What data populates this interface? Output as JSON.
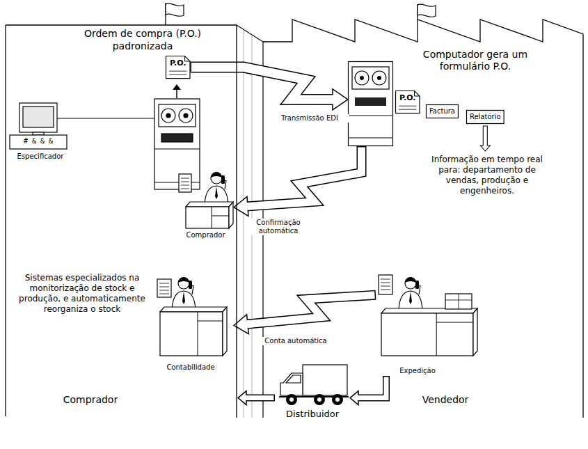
{
  "diagram": {
    "nodes": [
      {
        "text": [
          "Comprador"
        ]
      },
      {
        "text": [
          "P.O."
        ],
        "in": 0
      },
      {
        "text": [
          "Comprador"
        ],
        "in": 0
      },
      {
        "text": [
          "Contabilidade"
        ],
        "in": 0
      },
      {
        "text": [
          "Distribuidor"
        ]
      },
      {
        "text": [
          "Vendedor"
        ]
      },
      {
        "text": [
          "Computador gera um formulário P.O."
        ],
        "in": 5
      },
      {
        "text": [
          "P.O."
        ],
        "in": 5
      },
      {
        "text": [
          "Factura"
        ],
        "in": 5
      },
      {
        "text": [
          "Relatório"
        ],
        "in": 5
      },
      {
        "text": [
          "Expedição"
        ],
        "in": 5
      }
    ],
    "edges": [
      {
        "from": 1,
        "to": 6,
        "label": "Transmissão EDI",
        "arrow": "to"
      },
      {
        "from": 6,
        "to": 2,
        "label": "Confirmação automática",
        "arrow": "to"
      },
      {
        "from": 10,
        "to": 3,
        "label": "Conta automática",
        "arrow": "to"
      },
      {
        "from": 10,
        "to": 4,
        "arrow": "to"
      },
      {
        "from": 4,
        "to": 0,
        "arrow": "to"
      }
    ],
    "labels": [
      "Ordem de compra (P.O.) padronizada",
      "# & & &",
      "Especificador",
      "Sistemas especializados na monitorização de stock e produção, e automaticamente reorganiza o stock",
      "Informação em tempo real para: departamento de vendas, produção e engenheiros."
    ]
  }
}
